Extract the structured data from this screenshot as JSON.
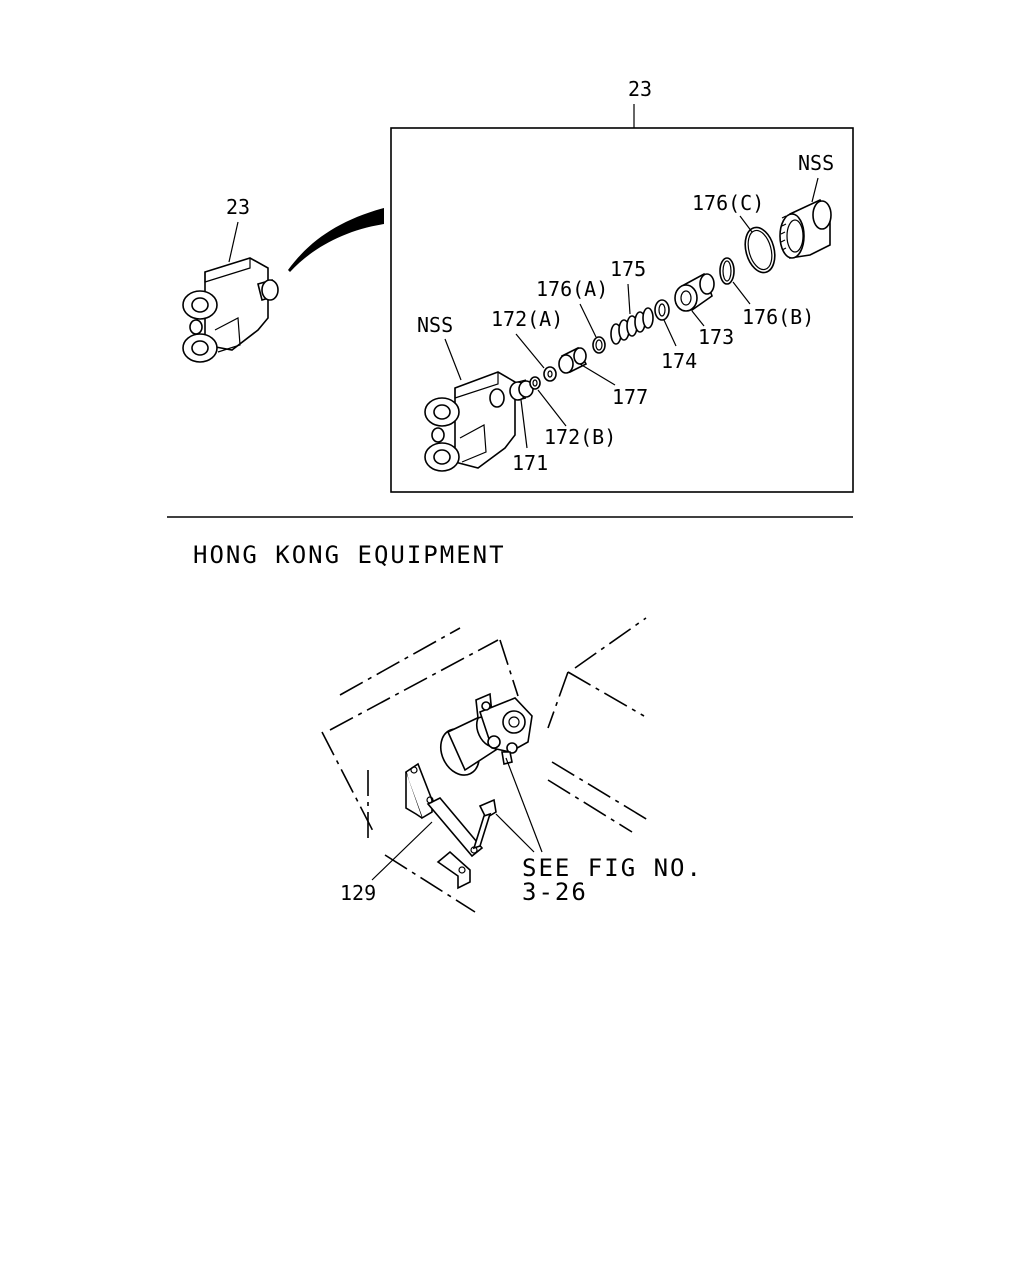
{
  "upper": {
    "callout_main": "23",
    "callout_assembly": "23",
    "labels": {
      "nss_left": "NSS",
      "nss_right": "NSS",
      "p171": "171",
      "p172a": "172(A)",
      "p172b": "172(B)",
      "p173": "173",
      "p174": "174",
      "p175": "175",
      "p176a": "176(A)",
      "p176b": "176(B)",
      "p176c": "176(C)",
      "p177": "177"
    }
  },
  "section_title": "HONG KONG EQUIPMENT",
  "lower": {
    "p129": "129",
    "see_fig_line1": "SEE FIG NO.",
    "see_fig_line2": "3-26"
  }
}
